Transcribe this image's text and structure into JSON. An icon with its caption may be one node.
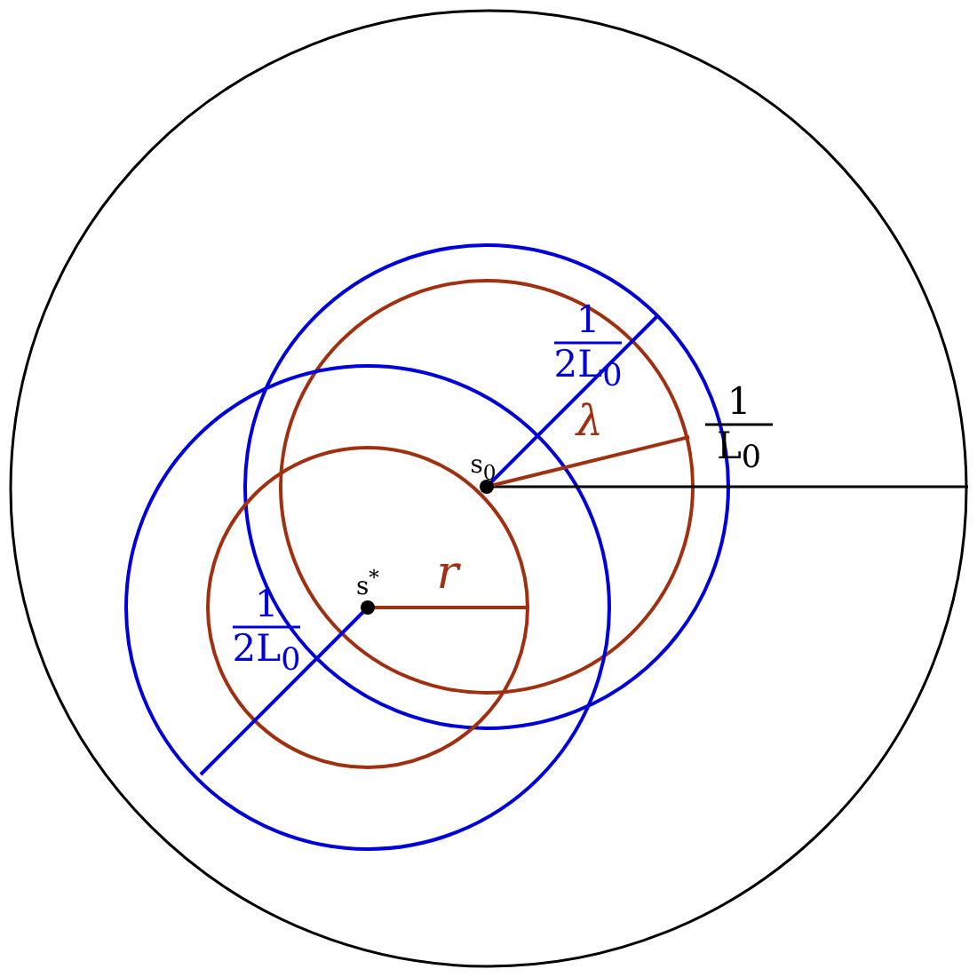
{
  "diagram": {
    "labels": [
      "1",
      "2L$_{0}$",
      "1",
      "L$_{0}$",
      "s$_{0}$",
      "λ",
      "r",
      "s$^{*}$",
      "1",
      "2L$_{0}$"
    ]
  }
}
